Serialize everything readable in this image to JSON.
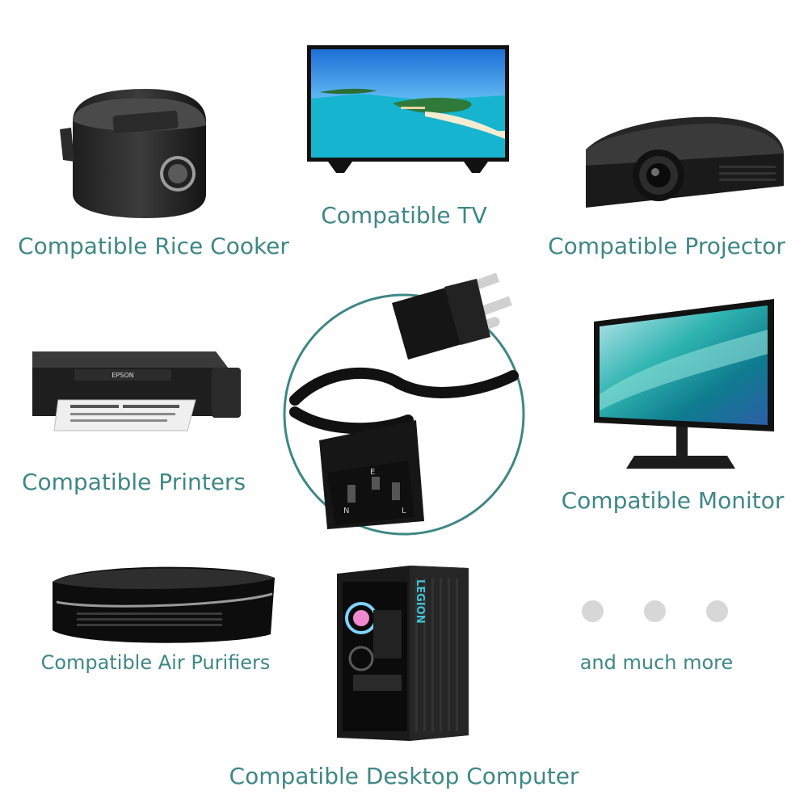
{
  "colors": {
    "caption": "#3e8785",
    "circle_outline": "#3e8785",
    "dots": "#d7d7d7"
  },
  "captions": {
    "tv": "Compatible TV",
    "rice_cooker": "Compatible Rice Cooker",
    "projector": "Compatible Projector",
    "printers": "Compatible Printers",
    "monitor": "Compatible Monitor",
    "air_purifiers": "Compatible Air Purifiers",
    "more": "and much more",
    "desktop": "Compatible Desktop Computer"
  },
  "product_marks": {
    "printer_brand": "EPSON",
    "pc_brand": "LEGION",
    "connector_labels": [
      "N",
      "E",
      "L"
    ]
  },
  "dots_count": 3
}
